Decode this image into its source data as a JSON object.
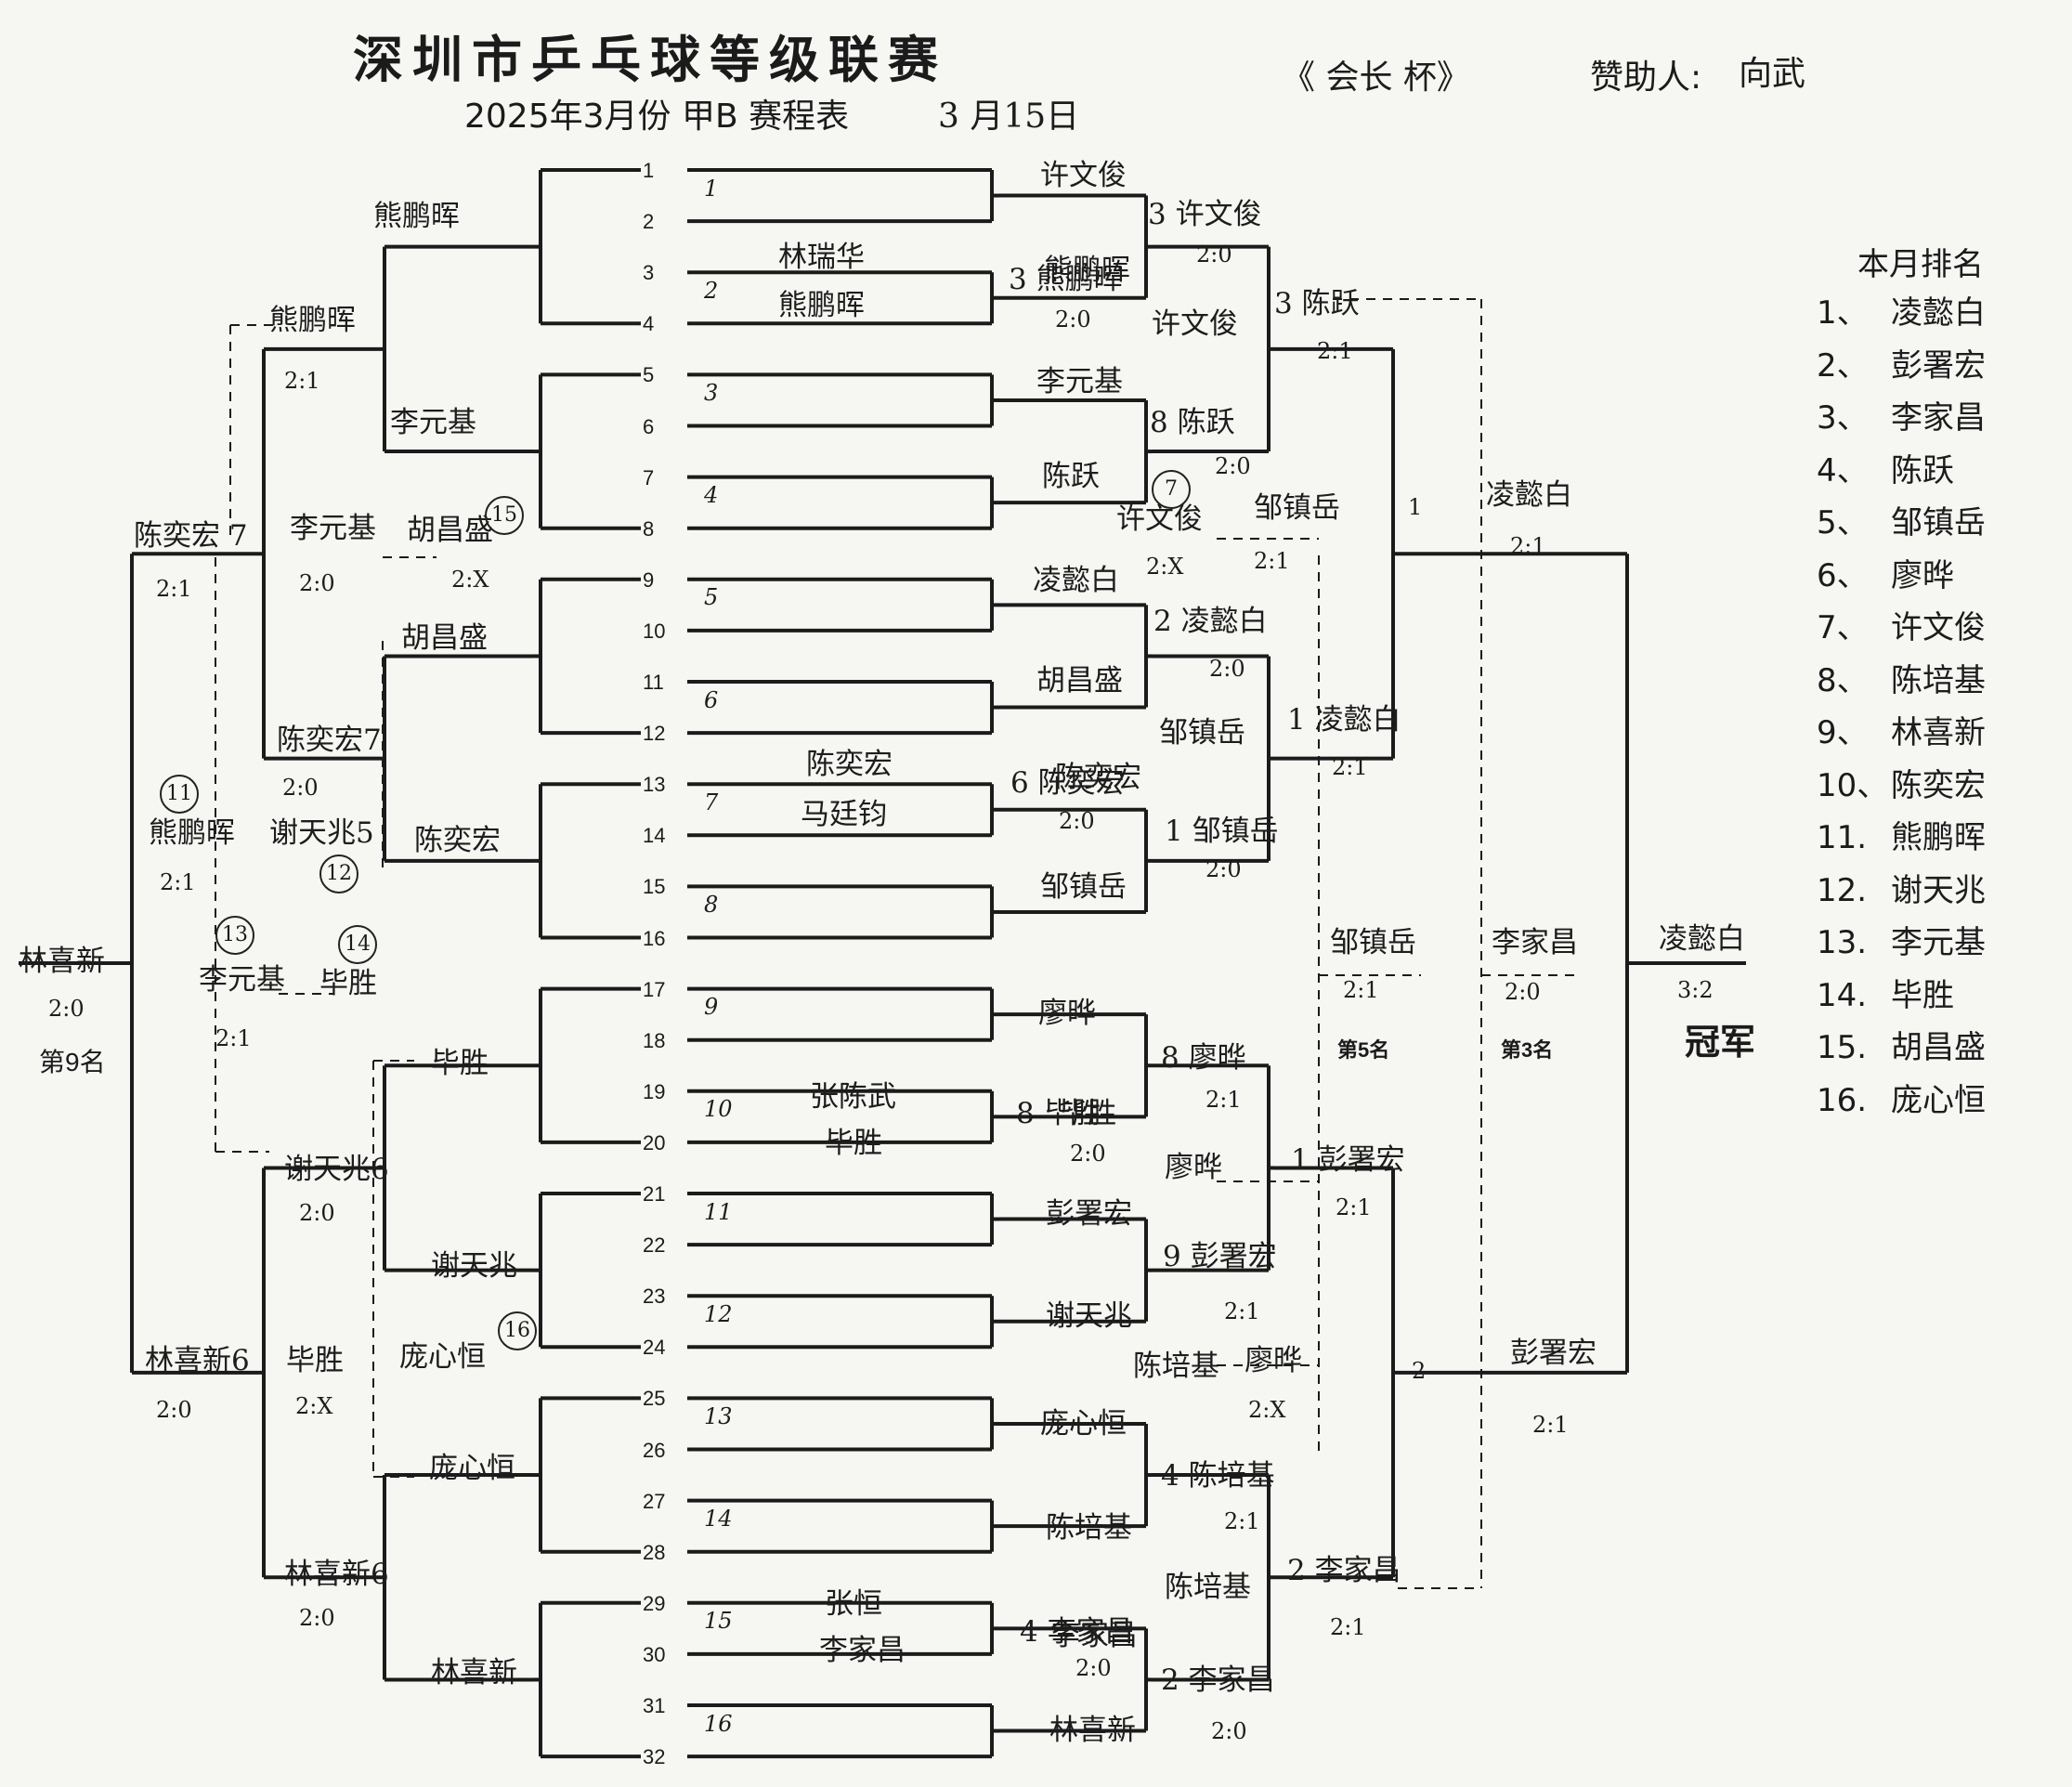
{
  "header": {
    "title": "深圳市乒乓球等级联赛",
    "subtitle": "2025年3月份 甲B 赛程表",
    "date": "3 月15日",
    "cup": "《 会长   杯》",
    "sponsor_label": "赞助人:",
    "sponsor_name": "向武"
  },
  "slots": [
    "1",
    "2",
    "3",
    "4",
    "5",
    "6",
    "7",
    "8",
    "9",
    "10",
    "11",
    "12",
    "13",
    "14",
    "15",
    "16",
    "17",
    "18",
    "19",
    "20",
    "21",
    "22",
    "23",
    "24",
    "25",
    "26",
    "27",
    "28",
    "29",
    "30",
    "31",
    "32"
  ],
  "seeds": [
    "1",
    "2",
    "3",
    "4",
    "5",
    "6",
    "7",
    "8",
    "9",
    "10",
    "11",
    "12",
    "13",
    "14",
    "15",
    "16"
  ],
  "r1_extra": {
    "a": "林瑞华",
    "b": "熊鹏晖",
    "c": "陈奕宏",
    "d": "马廷钧",
    "e": "张陈武",
    "f": "毕胜",
    "g": "张恒",
    "h": "李家昌"
  },
  "r2": {
    "a": "许文俊",
    "b": "熊鹏晖",
    "c": "李元基",
    "d": "陈跃",
    "e": "凌懿白",
    "f": "胡昌盛",
    "g": "陈奕宏",
    "h": "邹镇岳",
    "i": "廖晔",
    "j": "毕胜",
    "k": "彭署宏",
    "l": "谢天兆",
    "m": "庞心恒",
    "n": "陈培基",
    "o": "李家昌",
    "p": "林喜新"
  },
  "r3": {
    "a": "3 许文俊",
    "a_s": "2:0",
    "b": "3 熊鹏晖",
    "b_s": "2:0",
    "c": "8 陈跃",
    "c_s": "2:0",
    "d": "2 凌懿白",
    "d_s": "2:0",
    "e": "6 陈奕宏",
    "e_s": "2:0",
    "f": "1 邹镇岳",
    "f_s": "2:0",
    "g": "8 廖晔",
    "g_s": "2:1",
    "h": "8 毕胜",
    "h_s": "2:0",
    "i": "9 彭署宏",
    "i_s": "2:1",
    "j": "4 陈培基",
    "j_s": "2:1",
    "k": "4 李家昌",
    "k_s": "2:0",
    "l": "2 李家昌",
    "l_s": "2:0",
    "m": "许文俊",
    "n": "邹镇岳",
    "o": "廖晔",
    "p": "陈培基"
  },
  "r4": {
    "a": "3 陈跃",
    "a_s": "2:1",
    "b": "1 凌懿白",
    "b_s": "2:1",
    "c": "1 彭署宏",
    "c_s": "2:1",
    "d": "2 李家昌",
    "d_s": "2:1"
  },
  "r5": {
    "a_seed": "1",
    "a": "凌懿白",
    "a_s": "2:1",
    "b_seed": "2",
    "b": "彭署宏",
    "b_s": "2:1"
  },
  "final": {
    "name": "凌懿白",
    "score": "3:2",
    "label": "冠军"
  },
  "place5": {
    "name": "邹镇岳",
    "score": "2:1",
    "label": "第5名"
  },
  "place3": {
    "name": "李家昌",
    "score": "2:0",
    "label": "第3名"
  },
  "place7": {
    "m1": "许文俊",
    "m1_s": "2:X",
    "m1_w": "邹镇岳",
    "m1_ws": "2:1",
    "m2": "陈培基",
    "m2_w": "廖晔",
    "m2_ws": "2:X"
  },
  "left": {
    "q1": "熊鹏晖",
    "q2": "李元基",
    "q3": "胡昌盛",
    "q4": "陈奕宏",
    "q5": "毕胜",
    "q6": "谢天兆",
    "q7": "庞心恒",
    "q8": "林喜新",
    "s1": "熊鹏晖",
    "s1_s": "2:1",
    "s2": "陈奕宏7",
    "s2_s": "2:0",
    "s3": "谢天兆6",
    "s3_s": "2:0",
    "s4": "林喜新6",
    "s4_s": "2:0",
    "x1": "李元基",
    "x1_s": "2:0",
    "x2": "胡昌盛",
    "x2_s": "2:X",
    "x3": "毕胜",
    "x3_s": "2:X",
    "x4": "庞心恒",
    "f1": "陈奕宏 7",
    "f1_s": "2:1",
    "f2": "林喜新6",
    "f2_s": "2:0",
    "p11": "熊鹏晖",
    "p11_s": "2:1",
    "p12": "谢天兆5",
    "p13": "李元基",
    "p13_s": "2:1",
    "p14": "毕胜",
    "w9": "林喜新",
    "w9_s": "2:0",
    "w9_label": "第9名"
  },
  "circles": [
    "11",
    "12",
    "13",
    "14",
    "15",
    "16",
    "7"
  ],
  "ranking": {
    "title": "本月排名",
    "items": [
      {
        "no": "1、",
        "name": "凌懿白"
      },
      {
        "no": "2、",
        "name": "彭署宏"
      },
      {
        "no": "3、",
        "name": "李家昌"
      },
      {
        "no": "4、",
        "name": "陈跃"
      },
      {
        "no": "5、",
        "name": "邹镇岳"
      },
      {
        "no": "6、",
        "name": "廖晔"
      },
      {
        "no": "7、",
        "name": "许文俊"
      },
      {
        "no": "8、",
        "name": "陈培基"
      },
      {
        "no": "9、",
        "name": "林喜新"
      },
      {
        "no": "10、",
        "name": "陈奕宏"
      },
      {
        "no": "11.",
        "name": "熊鹏晖"
      },
      {
        "no": "12.",
        "name": "谢天兆"
      },
      {
        "no": "13.",
        "name": "李元基"
      },
      {
        "no": "14.",
        "name": "毕胜"
      },
      {
        "no": "15.",
        "name": "胡昌盛"
      },
      {
        "no": "16.",
        "name": "庞心恒"
      }
    ]
  },
  "colors": {
    "ink": "#1b1b1b",
    "paper": "#f6f6f3"
  }
}
